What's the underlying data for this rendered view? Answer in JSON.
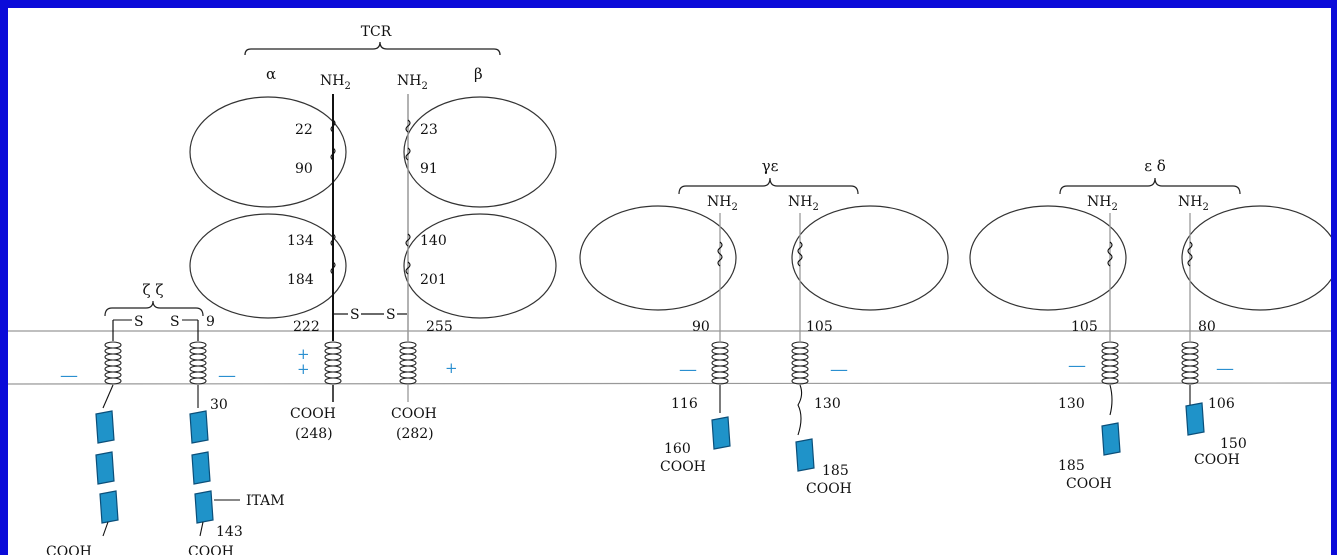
{
  "groups": {
    "tcr": "TCR",
    "gamma_epsilon": "γε",
    "epsilon_delta": "ε δ",
    "zeta_zeta": "ζ ζ"
  },
  "greek": {
    "alpha": "α",
    "beta": "β"
  },
  "nh2": "NH",
  "nh2_sub": "2",
  "cooh": "COOH",
  "ss": "S",
  "itam": "ITAM",
  "tcr_alpha": {
    "r1": "22",
    "r2": "90",
    "r3": "134",
    "r4": "184",
    "tm": "222",
    "end": "(248)"
  },
  "tcr_beta": {
    "r1": "23",
    "r2": "91",
    "r3": "140",
    "r4": "201",
    "tm": "255",
    "end": "(282)"
  },
  "zeta": {
    "tm": "9",
    "cyto": "30",
    "end": "143"
  },
  "gamma": {
    "tm": "90",
    "cyto": "116",
    "end": "160"
  },
  "epsilon1": {
    "tm": "105",
    "cyto": "130",
    "end": "185"
  },
  "epsilon2": {
    "tm": "105",
    "cyto": "130",
    "end": "185"
  },
  "delta": {
    "tm": "80",
    "cyto": "106",
    "end": "150"
  },
  "charges": {
    "minus": "—",
    "plus": "+"
  },
  "colors": {
    "itam_fill": "#1f93c9",
    "itam_stroke": "#0b4f7a",
    "frame": "#0b0bd9"
  }
}
